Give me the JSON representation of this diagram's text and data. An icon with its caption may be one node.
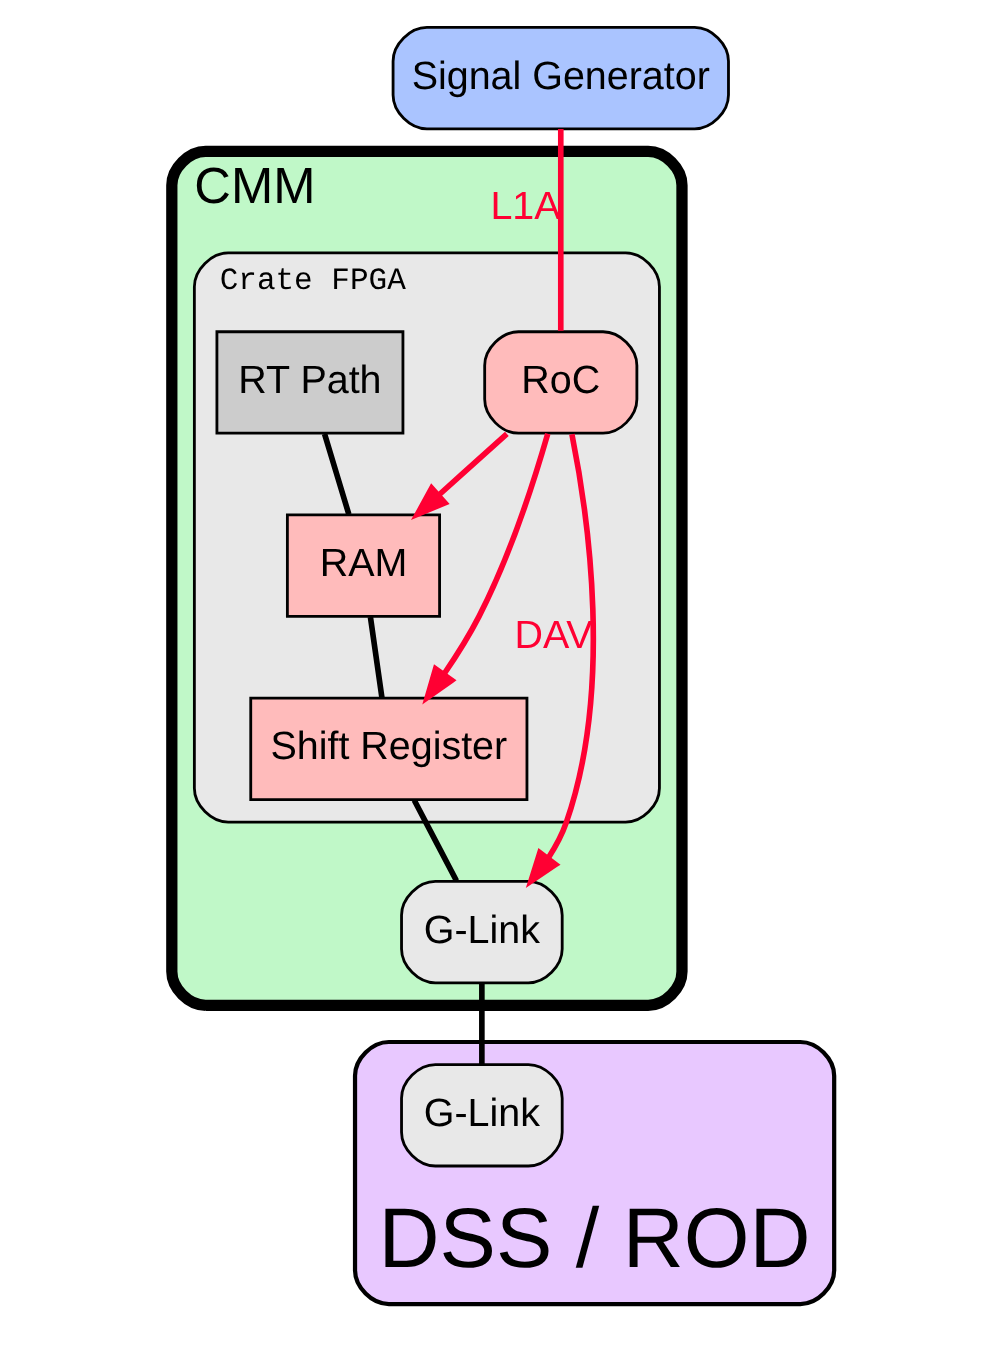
{
  "diagram": {
    "nodes": [
      {
        "text": [
          "Signal Generator"
        ]
      },
      {
        "text": [
          "CMM"
        ]
      },
      {
        "text": [
          "Crate FPGA"
        ],
        "in": 1
      },
      {
        "text": [
          "RT Path"
        ],
        "in": 2
      },
      {
        "text": [
          "RAM"
        ],
        "in": 2
      },
      {
        "text": [
          "Shift Register"
        ],
        "in": 2
      },
      {
        "text": [
          "RoC"
        ],
        "in": 2
      },
      {
        "text": [
          "G-Link"
        ],
        "in": 1
      },
      {
        "text": [
          "DSS / ROD"
        ]
      },
      {
        "text": [
          "G-Link"
        ],
        "in": 8
      }
    ],
    "edges": [
      {
        "from": 0,
        "to": 6,
        "arrow": "none",
        "label": "L1A",
        "color": "#ff0033"
      },
      {
        "from": 6,
        "to": 4,
        "arrow": "to",
        "color": "#ff0033"
      },
      {
        "from": 6,
        "to": 5,
        "arrow": "to",
        "color": "#ff0033"
      },
      {
        "from": 6,
        "to": 7,
        "arrow": "to",
        "label": "DAV",
        "color": "#ff0033"
      },
      {
        "from": 3,
        "to": 4,
        "arrow": "none",
        "color": "#000000"
      },
      {
        "from": 4,
        "to": 5,
        "arrow": "none",
        "color": "#000000"
      },
      {
        "from": 5,
        "to": 7,
        "arrow": "none",
        "color": "#000000"
      },
      {
        "from": 7,
        "to": 9,
        "arrow": "none",
        "color": "#000000"
      }
    ]
  }
}
